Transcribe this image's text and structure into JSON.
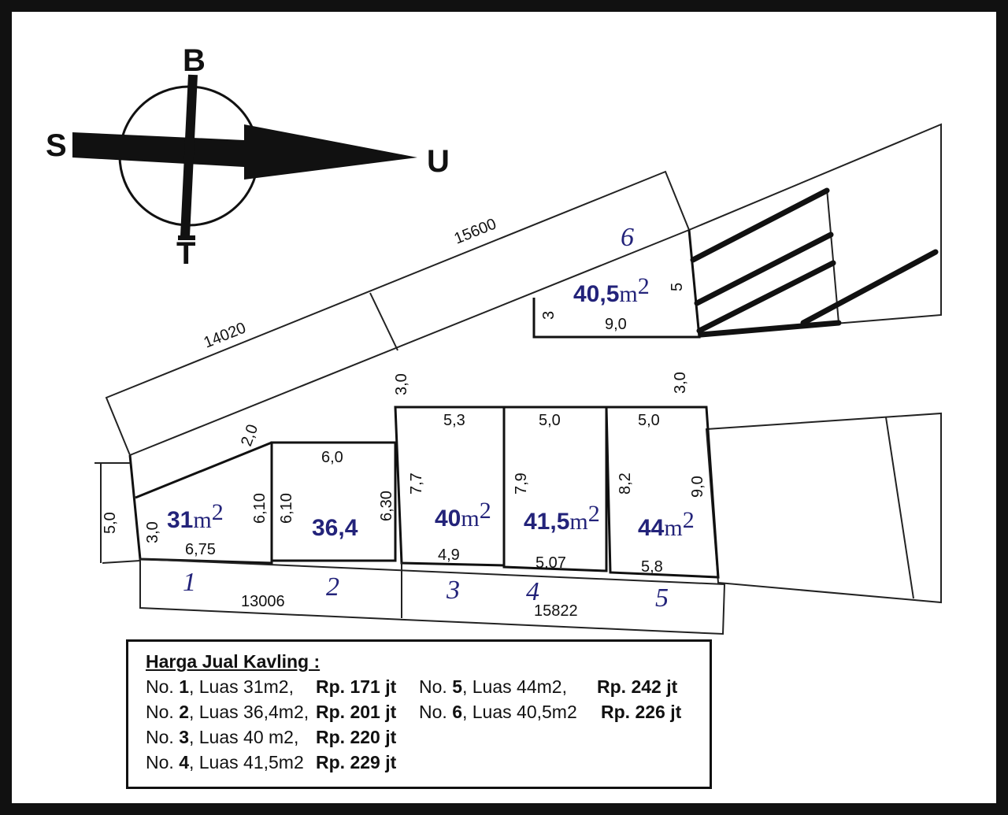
{
  "compass": {
    "north": "U",
    "south": "S",
    "east": "T",
    "west": "B"
  },
  "road": {
    "length_left": "14020",
    "length_right": "15600",
    "width_left": "2,0",
    "width_mid": "3,0",
    "width_right": "3,0"
  },
  "plots": [
    {
      "number": "1",
      "area": "31",
      "unit": "m",
      "sup": "2",
      "dims": {
        "left": "3,0",
        "right": "6,10",
        "bottom": "6,75"
      }
    },
    {
      "number": "2",
      "area": "36,4",
      "dims": {
        "left": "6,10",
        "right": "6,30",
        "top": "6,0"
      }
    },
    {
      "number": "3",
      "area": "40",
      "unit": "m",
      "sup": "2",
      "dims": {
        "left": "7,7",
        "top": "5,3",
        "bottom": "4,9"
      }
    },
    {
      "number": "4",
      "area": "41,5",
      "unit": "m",
      "sup": "2",
      "dims": {
        "left": "7,9",
        "top": "5,0",
        "bottom": "5,07"
      }
    },
    {
      "number": "5",
      "area": "44",
      "unit": "m",
      "sup": "2",
      "dims": {
        "left": "8,2",
        "right": "9,0",
        "top": "5,0",
        "bottom": "5,8"
      }
    },
    {
      "number": "6",
      "area": "40,5",
      "unit": "m",
      "sup": "2",
      "dims": {
        "left": "3",
        "right": "5",
        "bottom": "9,0"
      }
    }
  ],
  "outer_dims": {
    "left_height": "5,0",
    "bottom_left": "13006",
    "bottom_right": "15822"
  },
  "legend": {
    "title": "Harga Jual Kavling :",
    "items": [
      {
        "prefix": "No. ",
        "no": "1",
        "desc": ", Luas 31m2,",
        "price": "Rp. 171 jt"
      },
      {
        "prefix": "No. ",
        "no": "2",
        "desc": ", Luas 36,4m2,",
        "price": "Rp. 201 jt"
      },
      {
        "prefix": "No. ",
        "no": "3",
        "desc": ", Luas 40 m2,",
        "price": "Rp. 220 jt"
      },
      {
        "prefix": "No. ",
        "no": "4",
        "desc": ", Luas 41,5m2",
        "price": "Rp. 229 jt"
      },
      {
        "prefix": "No. ",
        "no": "5",
        "desc": ", Luas 44m2,",
        "price": "Rp. 242 jt"
      },
      {
        "prefix": "No. ",
        "no": "6",
        "desc": ", Luas 40,5m2",
        "price": "Rp. 226 jt"
      }
    ]
  },
  "colors": {
    "label_blue": "#23237a",
    "line": "#111111"
  }
}
